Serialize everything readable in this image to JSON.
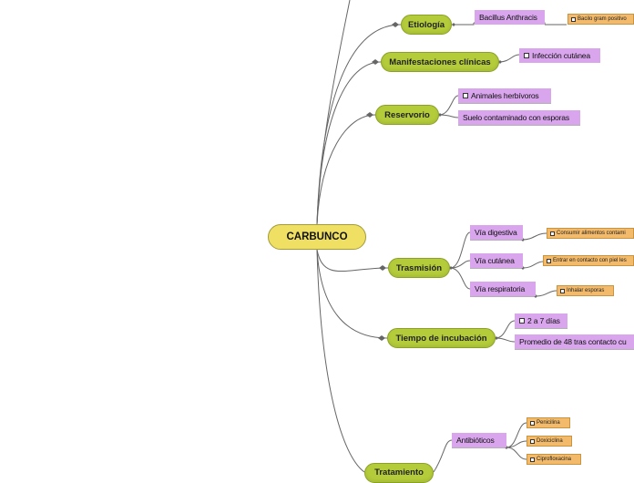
{
  "root": {
    "label": "CARBUNCO"
  },
  "topics": {
    "etiologia": "Etiología",
    "manifestaciones": "Manifestaciones clínicas",
    "reservorio": "Reservorio",
    "trasmision": "Trasmisión",
    "incubacion": "Tiempo de incubación",
    "tratamiento": "Tratamiento"
  },
  "etiologia": {
    "bacillus": "Bacillus Anthracis",
    "grampositivo": "Bacilo gram positivo"
  },
  "manifestaciones": {
    "infeccion": "Infección cutánea"
  },
  "reservorio": {
    "animales": "Animales herbívoros",
    "suelo": "Suelo contaminado con esporas"
  },
  "trasmision": {
    "digestiva": "Vía digestiva",
    "digestiva_note": "Consumir alimentos contami",
    "cutanea": "Vía cutánea",
    "cutanea_note": "Entrar en contacto con piel les",
    "respiratoria": "Vía respiratoria",
    "respiratoria_note": "Inhalar esporas"
  },
  "incubacion": {
    "dias": "2 a 7 días",
    "promedio": "Promedio de 48 tras contacto cu"
  },
  "tratamiento": {
    "antibioticos": "Antibióticos",
    "penicilina": "Penicilina",
    "doxiciclina": "Doxiciclina",
    "ciprofloxacina": "Ciprofloxacina"
  },
  "colors": {
    "root_fill": "#efe064",
    "topic_fill": "#b4cc3a",
    "leaf_fill": "#d9a6ee",
    "note_fill": "#f2ba6a",
    "connector": "#666666"
  }
}
